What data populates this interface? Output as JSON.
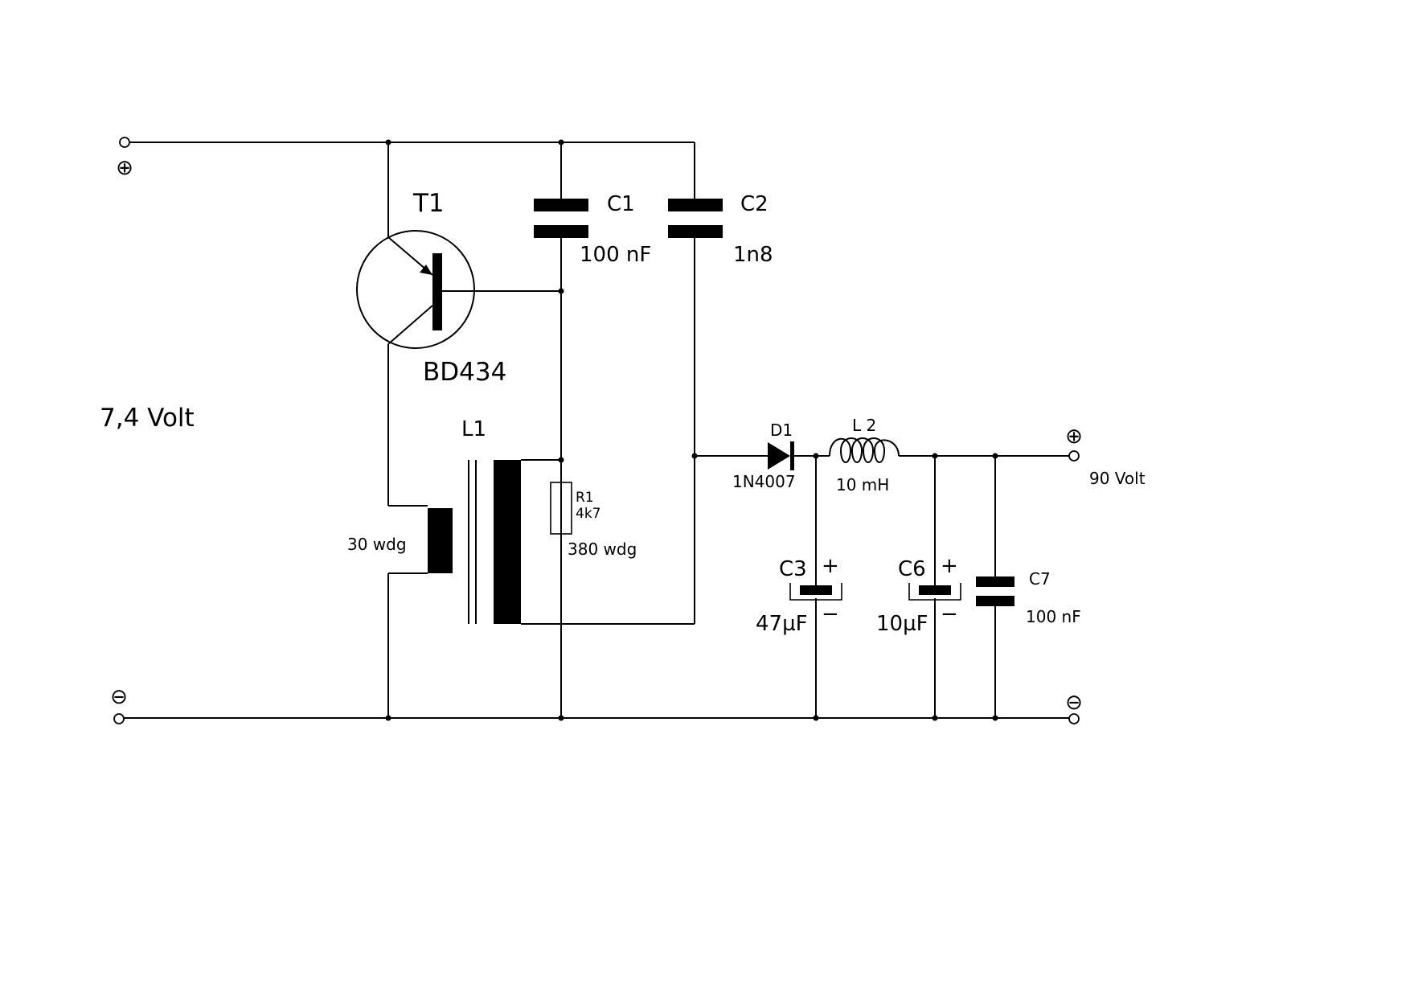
{
  "input": {
    "voltage": "7,4 Volt",
    "plus_symbol": "⊕",
    "minus_symbol": "⊖"
  },
  "output": {
    "voltage": "90 Volt",
    "plus_symbol": "⊕",
    "minus_symbol": "⊖"
  },
  "transistor": {
    "name": "T1",
    "part": "BD434"
  },
  "c1": {
    "name": "C1",
    "value": "100 nF"
  },
  "c2": {
    "name": "C2",
    "value": "1n8"
  },
  "l1": {
    "name": "L1",
    "primary": "30 wdg",
    "secondary": "380 wdg"
  },
  "r1": {
    "name": "R1",
    "value": "4k7"
  },
  "d1": {
    "name": "D1",
    "part": "1N4007"
  },
  "l2": {
    "name": "L 2",
    "value": "10 mH"
  },
  "c3": {
    "name": "C3",
    "value": "47µF",
    "plus": "+",
    "minus": "−"
  },
  "c6": {
    "name": "C6",
    "value": "10µF",
    "plus": "+",
    "minus": "−"
  },
  "c7": {
    "name": "C7",
    "value": "100 nF"
  }
}
